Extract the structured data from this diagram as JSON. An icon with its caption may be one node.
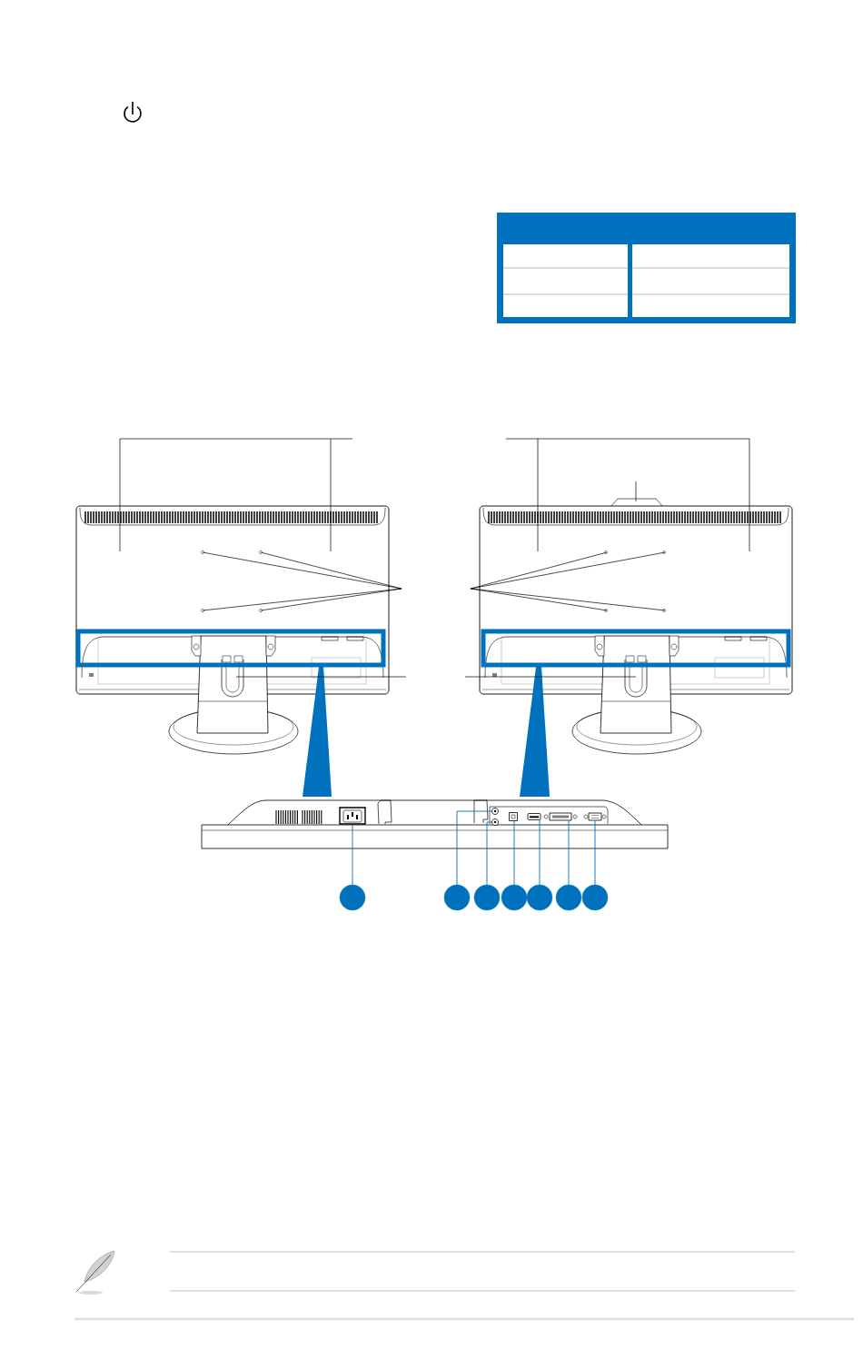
{
  "diagram": {
    "nodes": [
      {
        "text": [],
        "shape": "picture"
      },
      {
        "text": [],
        "shape": "picture"
      },
      {
        "text": [],
        "shape": "picture"
      },
      {
        "text": [],
        "shape": "picture"
      },
      {
        "text": [],
        "shape": "picture"
      },
      {
        "text": [],
        "shape": "picture"
      },
      {
        "text": [],
        "shape": "picture"
      },
      {
        "text": [],
        "shape": "circle"
      },
      {
        "text": [],
        "shape": "circle"
      },
      {
        "text": [],
        "shape": "circle"
      },
      {
        "text": [],
        "shape": "circle"
      },
      {
        "text": [],
        "shape": "circle"
      },
      {
        "text": [],
        "shape": "circle"
      },
      {
        "text": [],
        "shape": "circle"
      }
    ],
    "edges": [
      {
        "from": 7,
        "to": 0,
        "arrow": "none"
      },
      {
        "from": 8,
        "to": 1,
        "arrow": "none"
      },
      {
        "from": 9,
        "to": 2,
        "arrow": "none"
      },
      {
        "from": 10,
        "to": 3,
        "arrow": "none"
      },
      {
        "from": 11,
        "to": 4,
        "arrow": "none"
      },
      {
        "from": 12,
        "to": 5,
        "arrow": "none"
      },
      {
        "from": 13,
        "to": 6,
        "arrow": "none"
      }
    ]
  }
}
